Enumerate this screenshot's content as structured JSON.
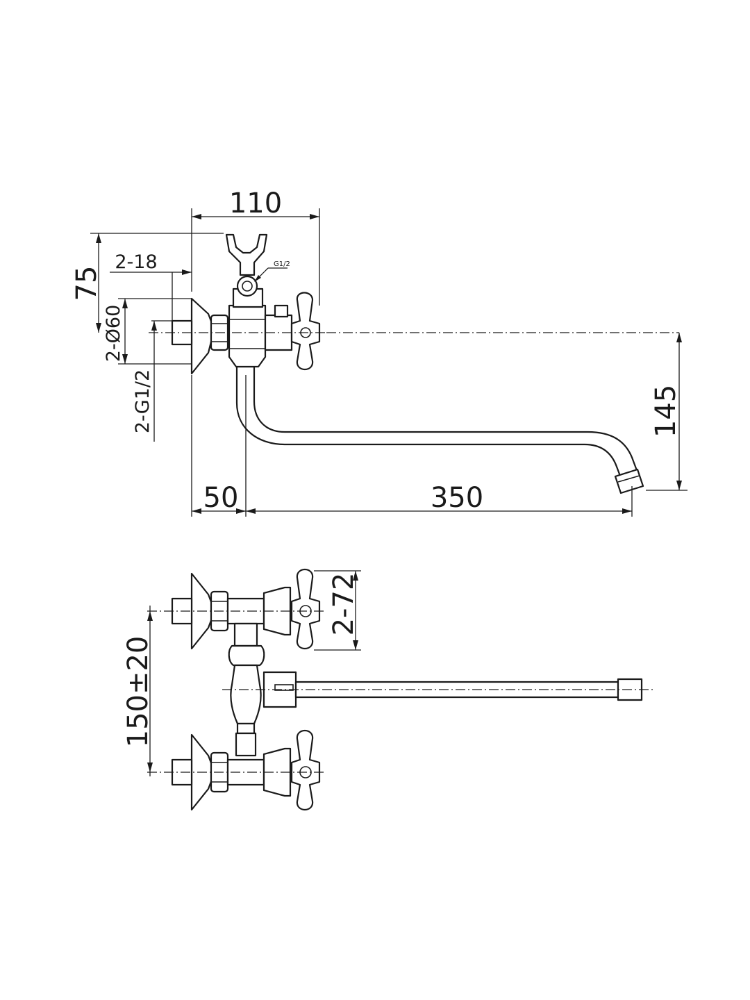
{
  "drawing": {
    "dimensions": {
      "overall_depth": "110",
      "mount_height": "75",
      "nut_width": "2-18",
      "flange_diameter": "2-Ø60",
      "connection_thread": "2-G1/2",
      "spout_drop": "145",
      "body_offset": "50",
      "spout_length": "350",
      "handle_size": "2-72",
      "center_distance": "150±20"
    },
    "annotations": {
      "shower_outlet_thread": "G1/2"
    }
  }
}
